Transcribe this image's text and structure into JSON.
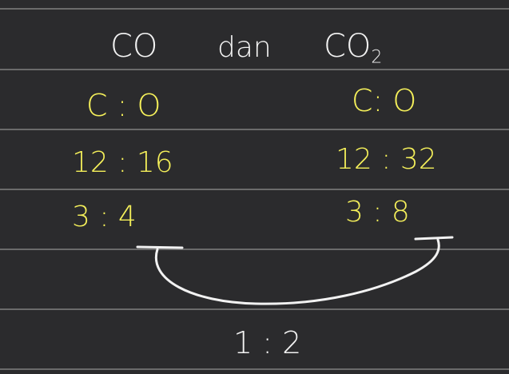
{
  "note": {
    "title_left": "CO",
    "title_connector": "dan",
    "title_right_base": "CO",
    "title_right_sub": "2",
    "left_rows": [
      "C : O",
      "12 : 16",
      "3 : 4"
    ],
    "right_rows": [
      "C: O",
      "12 : 32",
      "3 : 8"
    ],
    "result": "1 : 2"
  },
  "colors": {
    "background": "#2b2b2d",
    "rule": "#6b6b6b",
    "white_ink": "#f2f2f2",
    "yellow_ink": "#f5f05a"
  }
}
